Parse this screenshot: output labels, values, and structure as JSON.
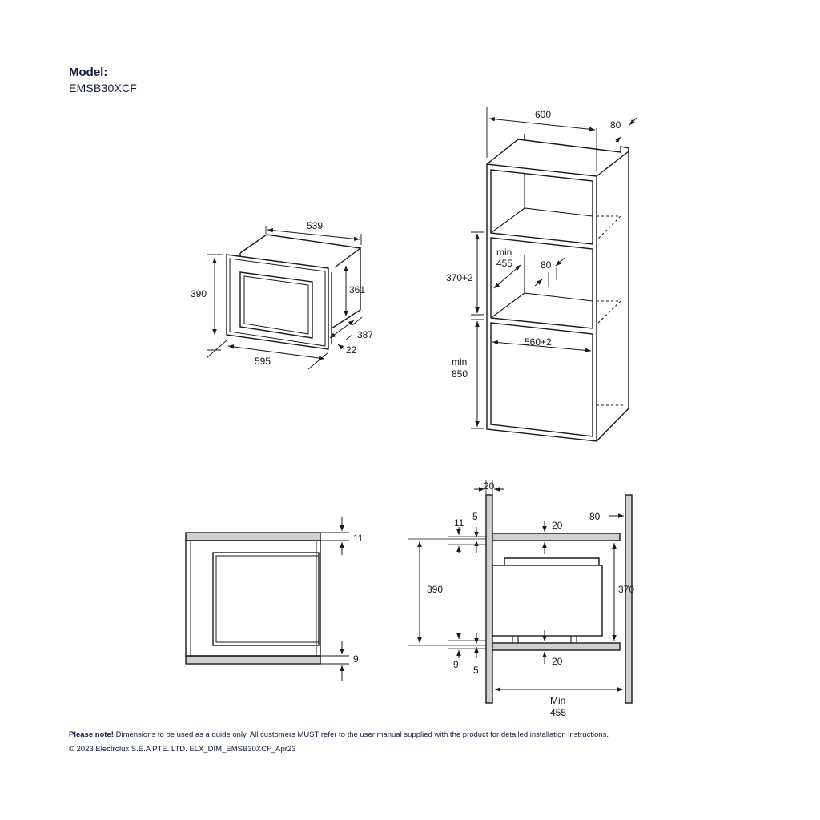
{
  "header": {
    "model_label": "Model:",
    "model_code": "EMSB30XCF"
  },
  "views": {
    "perspective_unit": {
      "depth_top": "539",
      "height_front": "390",
      "height_body": "361",
      "depth_side": "387",
      "frame": "22",
      "width": "595"
    },
    "cabinet": {
      "width": "600",
      "back_gap_top": "80",
      "niche_height": "370+2",
      "min_depth_line1": "min",
      "min_depth_line2": "455",
      "back_gap_mid": "80",
      "niche_width": "560+2",
      "min_floor_line1": "min",
      "min_floor_line2": "850"
    },
    "front_view": {
      "top_offset": "11",
      "bottom_offset": "9"
    },
    "side_section": {
      "panel": "20",
      "back_gap": "80",
      "top_11": "11",
      "top_5": "5",
      "top_20": "20",
      "height_390": "390",
      "height_370": "370",
      "bottom_9": "9",
      "bottom_5": "5",
      "bottom_20": "20",
      "min_line1": "Min",
      "min_line2": "455"
    }
  },
  "footer": {
    "note_bold": "Please note!",
    "note_text": " Dimensions to be used as a guide only. All customers MUST refer to the user manual supplied with the product for detailed installation instructions.",
    "copyright": "© 2023 Electrolux S.E.A PTE. LTD. ELX_DIM_EMSB30XCF_Apr23"
  },
  "colors": {
    "line": "#1a1a1a",
    "panel_fill": "#d0d0d0",
    "text_navy": "#141a3c"
  }
}
